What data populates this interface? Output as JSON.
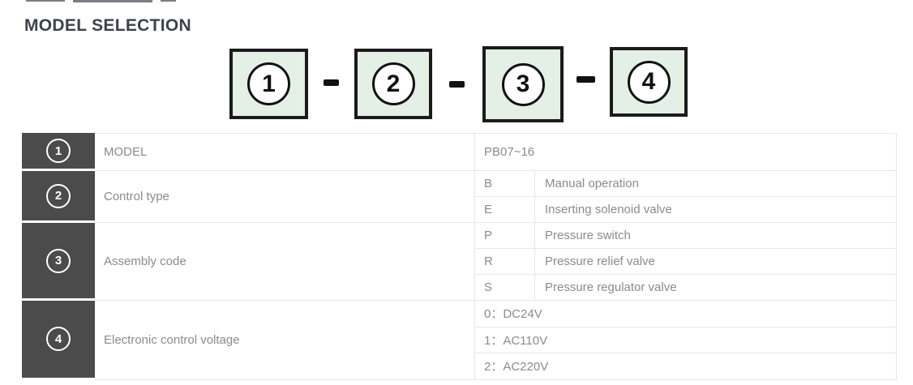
{
  "page": {
    "title": "MODEL SELECTION"
  },
  "diagram": {
    "box_numbers": [
      "1",
      "2",
      "3",
      "4"
    ],
    "separator_glyph": "-"
  },
  "table": {
    "rows": [
      {
        "badge": "1",
        "label": "MODEL",
        "entries": [
          {
            "text": "PB07~16"
          }
        ]
      },
      {
        "badge": "2",
        "label": "Control type",
        "entries": [
          {
            "code": "B",
            "description": "Manual operation"
          },
          {
            "code": "E",
            "description": "Inserting solenoid valve"
          }
        ]
      },
      {
        "badge": "3",
        "label": "Assembly code",
        "entries": [
          {
            "code": "P",
            "description": "Pressure switch"
          },
          {
            "code": "R",
            "description": "Pressure relief valve"
          },
          {
            "code": "S",
            "description": "Pressure regulator valve"
          }
        ]
      },
      {
        "badge": "4",
        "label": "Electronic control voltage",
        "entries": [
          {
            "text": "0：DC24V"
          },
          {
            "text": "1：AC110V"
          },
          {
            "text": "2：AC220V"
          }
        ]
      }
    ]
  },
  "colors": {
    "title_text": "#3d424c",
    "badge_cell_background": "#4b4b4b",
    "diagram_box_fill": "#e4efe5",
    "diagram_box_border": "#1b1b1b",
    "table_text": "#8b8b8f",
    "grid_line": "#e6e6e6"
  }
}
